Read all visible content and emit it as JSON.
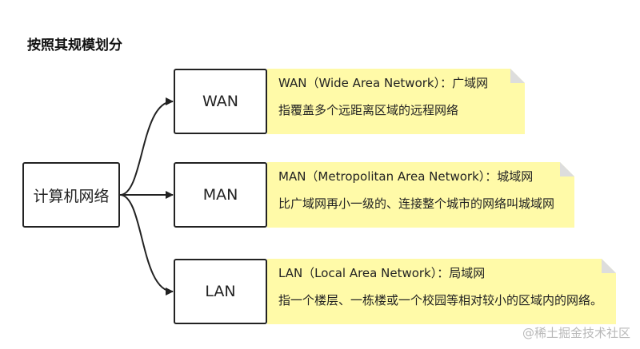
{
  "title": "按照其规模划分",
  "root": {
    "label": "计算机网络"
  },
  "nodes": [
    {
      "label": "WAN",
      "line1": "WAN（Wide Area Network）：广域网",
      "line2": "指覆盖多个远距离区域的远程网络"
    },
    {
      "label": "MAN",
      "line1": "MAN（Metropolitan Area Network）：城域网",
      "line2": "比广域网再小一级的、连接整个城市的网络叫城域网"
    },
    {
      "label": "LAN",
      "line1": "LAN（Local Area Network）：局域网",
      "line2": "指一个楼层、一栋楼或一个校园等相对较小的区域内的网络。"
    }
  ],
  "watermark": "@稀土掘金技术社区",
  "colors": {
    "note_fill": "#fffaa8",
    "note_fold": "#dddddd",
    "stroke": "#222222"
  }
}
